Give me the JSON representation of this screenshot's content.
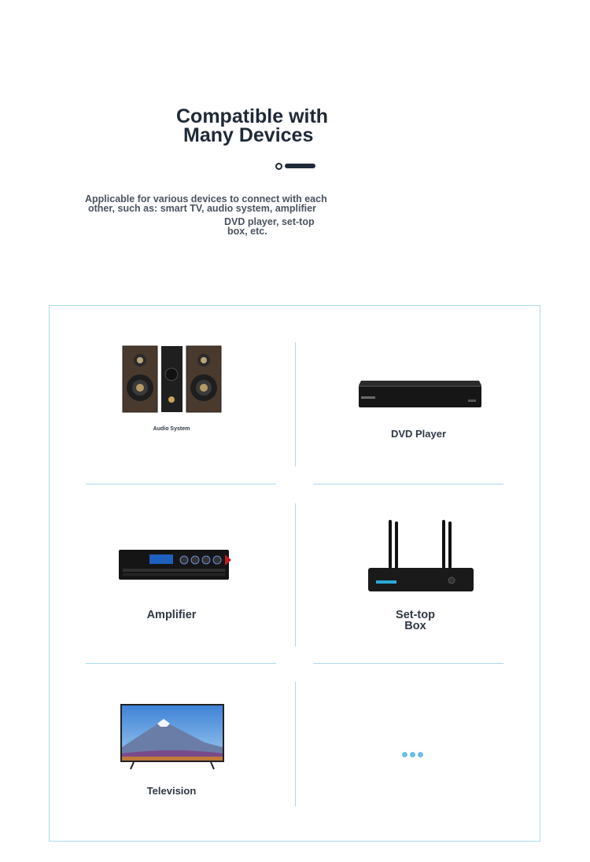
{
  "header": {
    "title_line1": "Compatible with",
    "title_line2": "Many Devices"
  },
  "description": {
    "line1": "Applicable for various devices to connect with each",
    "line2": "other, such as: smart TV, audio system, amplifier",
    "line3": "DVD player, set-top",
    "line4": "box, etc."
  },
  "devices": [
    {
      "label": "Audio System",
      "icon": "speaker-system-icon"
    },
    {
      "label": "DVD Player",
      "icon": "dvd-player-icon"
    },
    {
      "label": "Amplifier",
      "icon": "amplifier-icon"
    },
    {
      "label_line1": "Set-top",
      "label_line2": "Box",
      "icon": "set-top-box-icon"
    },
    {
      "label": "Television",
      "icon": "television-icon"
    },
    {
      "label": "",
      "icon": "more-dots-icon"
    }
  ],
  "colors": {
    "heading": "#1f2a38",
    "border": "#a9dcea",
    "dots": "#6dbfe8"
  }
}
